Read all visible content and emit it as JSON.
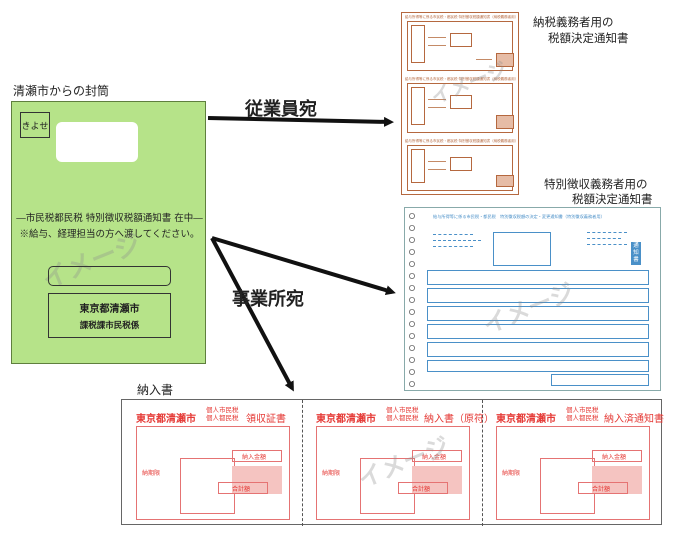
{
  "envelope": {
    "label": "清瀬市からの封筒",
    "stamp": "きよせ",
    "notice": "―市民税都民税 特別徴収税額通知書 在中―",
    "instruction": "※給与、経理担当の方へ渡してください。",
    "sender_line1": "東京都清瀬市",
    "sender_line2": "課税課市民税係",
    "watermark": "イメージ"
  },
  "arrows": {
    "employee": "従業員宛",
    "business": "事業所宛"
  },
  "taxpayer_notice": {
    "title_line1": "納税義務者用の",
    "title_line2": "税額決定通知書",
    "form_caption": "給与所得等に係る市民税・都民税 特別徴収税額通知書（納税義務者用）",
    "watermark": "イメージ"
  },
  "collector_notice": {
    "title_line1": "特別徴収義務者用の",
    "title_line2": "税額決定通知書",
    "form_caption": "給与所得等に係る市民税・都民税　特別徴収税額の決定・変更通知書（特別徴収義務者用）",
    "side_stamp": "通知書",
    "watermark": "イメージ"
  },
  "payment_slip": {
    "label": "納入書",
    "watermark": "イメージ",
    "parts": [
      {
        "city": "東京都清瀬市",
        "tax_line1": "個人市民税",
        "tax_line2": "個人都民税",
        "title": "領収証書",
        "amount_label": "納入金額",
        "deadline_label": "納期限",
        "total_label": "合計額"
      },
      {
        "city": "東京都清瀬市",
        "tax_line1": "個人市民税",
        "tax_line2": "個人都民税",
        "title": "納入書（原符）",
        "amount_label": "納入金額",
        "deadline_label": "納期限",
        "total_label": "合計額"
      },
      {
        "city": "東京都清瀬市",
        "tax_line1": "個人市民税",
        "tax_line2": "個人都民税",
        "title": "納入済通知書",
        "amount_label": "納入金額",
        "deadline_label": "納期限",
        "total_label": "合計額"
      }
    ]
  },
  "colors": {
    "envelope": "#b6e389",
    "brown_form": "#b5683f",
    "blue_form": "#4a90c8",
    "red_form": "#e53935"
  }
}
